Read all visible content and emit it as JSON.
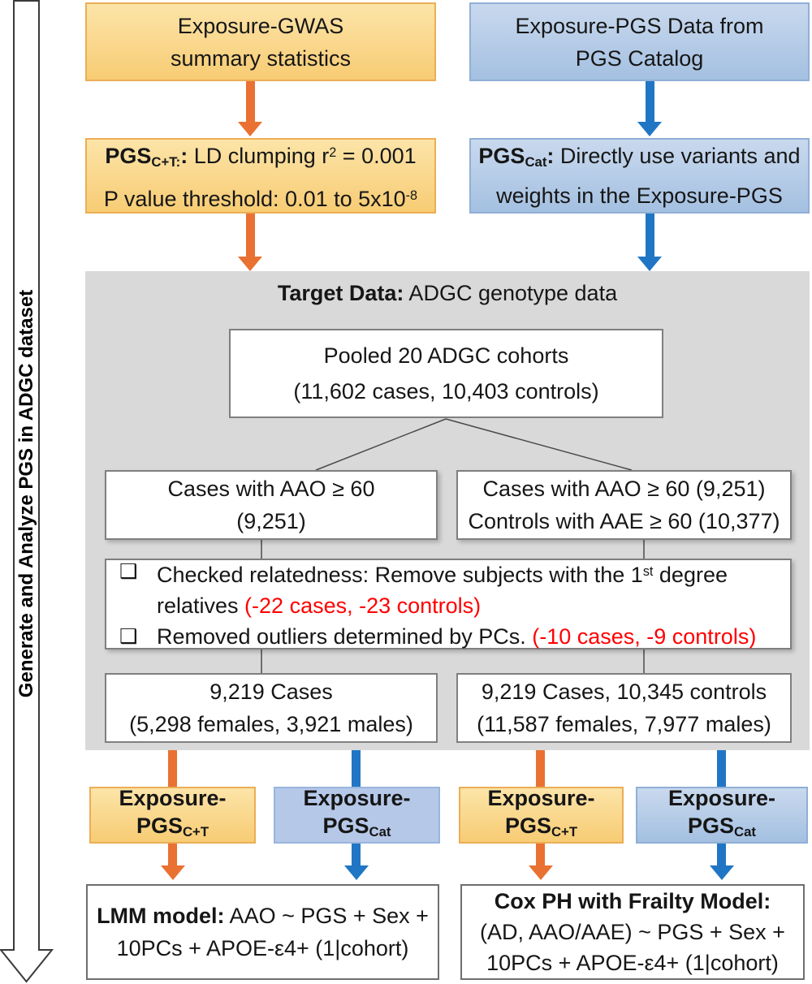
{
  "colors": {
    "orange_arrow": "#E97132",
    "blue_arrow": "#2076C5",
    "red_text": "#FF0000",
    "gray_panel": "#D9D9D9",
    "yellow_box": "#F7CC74",
    "blue_box": "#B6C8E8"
  },
  "sidebar": {
    "label": "Generate and Analyze PGS in ADGC dataset"
  },
  "top": {
    "gwas": {
      "line1": "Exposure-GWAS",
      "line2": "summary statistics"
    },
    "catalog": {
      "line1": "Exposure-PGS Data from",
      "line2": "PGS Catalog"
    },
    "pgs_ct": {
      "name": "PGS",
      "sub": "C+T:",
      "colon": ":",
      "l1a": " LD clumping r",
      "l1sup": "2",
      "l1b": " = 0.001",
      "l2a": "P value threshold: 0.01 to 5x10",
      "l2sup": "-8"
    },
    "pgs_cat": {
      "name": "PGS",
      "sub": "Cat",
      "colon": ":",
      "l1": " Directly use variants and",
      "l2": "weights in the Exposure-PGS"
    }
  },
  "target": {
    "title_bold": "Target Data:",
    "title_rest": " ADGC genotype data",
    "pooled": {
      "line1": "Pooled 20 ADGC cohorts",
      "line2": "(11,602 cases, 10,403 controls)"
    },
    "left_case": {
      "line1": "Cases with AAO ≥ 60",
      "line2": "(9,251)"
    },
    "right_case": {
      "line1": "Cases with AAO ≥ 60 (9,251)",
      "line2": "Controls with AAE ≥ 60 (10,377)"
    },
    "qc": {
      "bullet": "❑",
      "item1_l1a": "Checked relatedness: Remove subjects with the 1",
      "item1_sup": "st",
      "item1_l1b": " degree",
      "item1_l2": "relatives ",
      "item1_red": "(-22 cases, -23 controls)",
      "item2": "Removed outliers determined by PCs. ",
      "item2_red": "(-10 cases, -9 controls)"
    },
    "left_result": {
      "line1": "9,219 Cases",
      "line2": "(5,298 females, 3,921 males)"
    },
    "right_result": {
      "line1": "9,219 Cases, 10,345 controls",
      "line2": "(11,587 females, 7,977 males)"
    }
  },
  "pgs_boxes": {
    "exposure": "Exposure-",
    "pgs": "PGS",
    "ct_sub": "C+T",
    "cat_sub": "Cat"
  },
  "models": {
    "lmm": {
      "bold": "LMM model:",
      "l1rest": " AAO ~ PGS + Sex +",
      "l2": "10PCs + APOE-ε4+ (1|cohort)"
    },
    "cox": {
      "bold": "Cox PH with Frailty Model:",
      "l2": "(AD, AAO/AAE) ~ PGS + Sex +",
      "l3": "10PCs + APOE-ε4+ (1|cohort)"
    }
  }
}
